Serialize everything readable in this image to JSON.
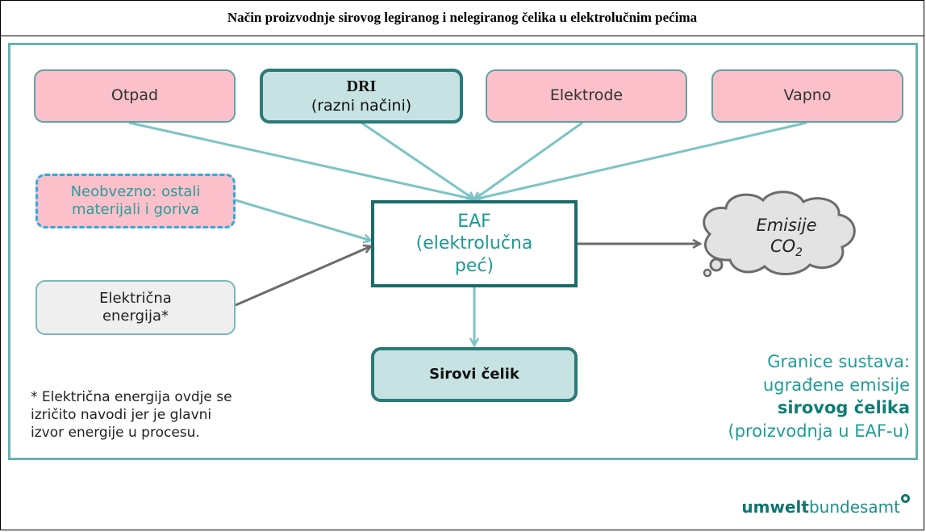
{
  "title": "Način proizvodnje sirovog legiranog i nelegiranog čelika u elektrolučnim pećima",
  "inputs": {
    "otpad": "Otpad",
    "dri_title": "DRI",
    "dri_sub": "(razni načini)",
    "elektrode": "Elektrode",
    "vapno": "Vapno"
  },
  "optional": {
    "line1": "Neobvezno: ostali",
    "line2": "materijali i goriva"
  },
  "electricity": {
    "line1": "Električna",
    "line2": "energija*"
  },
  "eaf": {
    "line1": "EAF",
    "line2": "(elektrolučna",
    "line3": "peć)"
  },
  "emissions": {
    "line1": "Emisije",
    "co2_base": "CO",
    "co2_sub": "2"
  },
  "output": {
    "label": "Sirovi čelik"
  },
  "footnote": {
    "line1": "* Električna energija ovdje se",
    "line2": "izričito navodi jer je glavni",
    "line3": "izvor energije u procesu."
  },
  "boundary": {
    "line1": "Granice sustava:",
    "line2": "ugrađene emisije",
    "line3": "sirovog čelika",
    "line4": "(proizvodnja u EAF-u)"
  },
  "logo": {
    "bold": "umwelt",
    "light": "bundesamt"
  },
  "colors": {
    "teal": "#66b2b2",
    "teal_dark": "#1c6b6b",
    "pink": "#fbc0c9",
    "dashed_blue": "#29abe2",
    "grey_arrow": "#6b6b6b",
    "cloud": "#e3e3e3"
  }
}
